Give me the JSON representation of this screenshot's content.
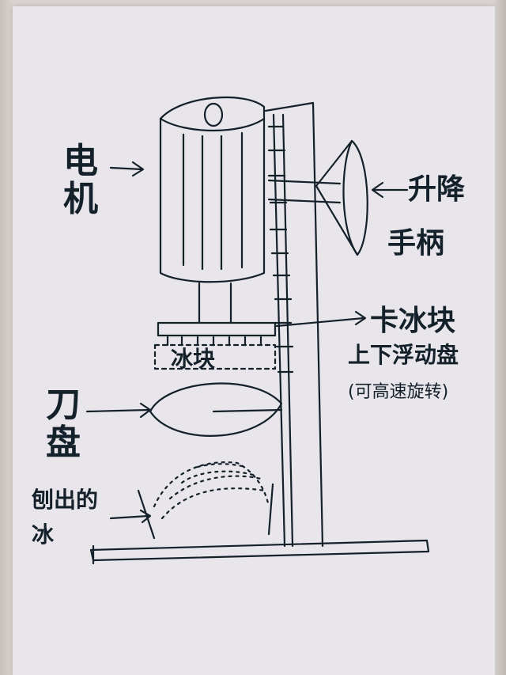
{
  "labels": {
    "motor": "电机",
    "lift_handle_line1": "升降",
    "lift_handle_line2": "手柄",
    "ice_clamp_line1": "卡冰块",
    "ice_clamp_line2": "上下浮动盘",
    "ice_clamp_line3": "(可高速旋转)",
    "ice_block": "冰块",
    "blade_disc": "刀盘",
    "shaved_ice_line1": "刨出的",
    "shaved_ice_line2": "冰"
  },
  "colors": {
    "ink": "#14202a",
    "paper": "#e8e6ea"
  }
}
